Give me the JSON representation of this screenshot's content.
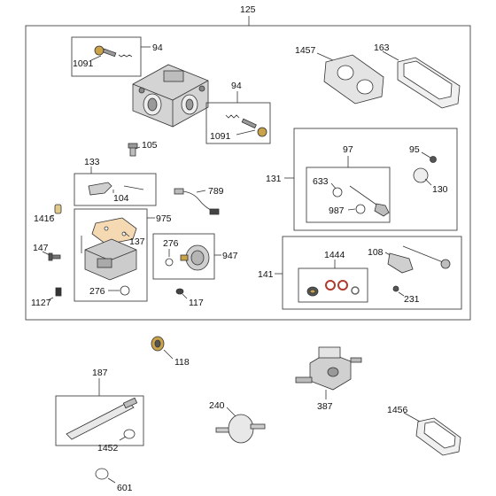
{
  "labels": {
    "main_assembly": "125",
    "l_94a": "94",
    "l_1091a": "1091",
    "l_94b": "94",
    "l_1091b": "1091",
    "l_1457": "1457",
    "l_163": "163",
    "l_105": "105",
    "l_133": "133",
    "l_104": "104",
    "l_789": "789",
    "l_1416": "1416",
    "l_975": "975",
    "l_137": "137",
    "l_147": "147",
    "l_276a": "276",
    "l_1127": "1127",
    "l_276b": "276",
    "l_947": "947",
    "l_117": "117",
    "l_131": "131",
    "l_97": "97",
    "l_633": "633",
    "l_987": "987",
    "l_95": "95",
    "l_130": "130",
    "l_141": "141",
    "l_1444": "1444",
    "l_108": "108",
    "l_231": "231",
    "l_118": "118",
    "l_187": "187",
    "l_1452": "1452",
    "l_240": "240",
    "l_387": "387",
    "l_1456": "1456",
    "l_601": "601"
  },
  "colors": {
    "line": "#333333",
    "part_fill": "#d9d9d9",
    "part_dark": "#8a8a8a",
    "accent_orange": "#d98a2b",
    "accent_red": "#b03a2e"
  }
}
